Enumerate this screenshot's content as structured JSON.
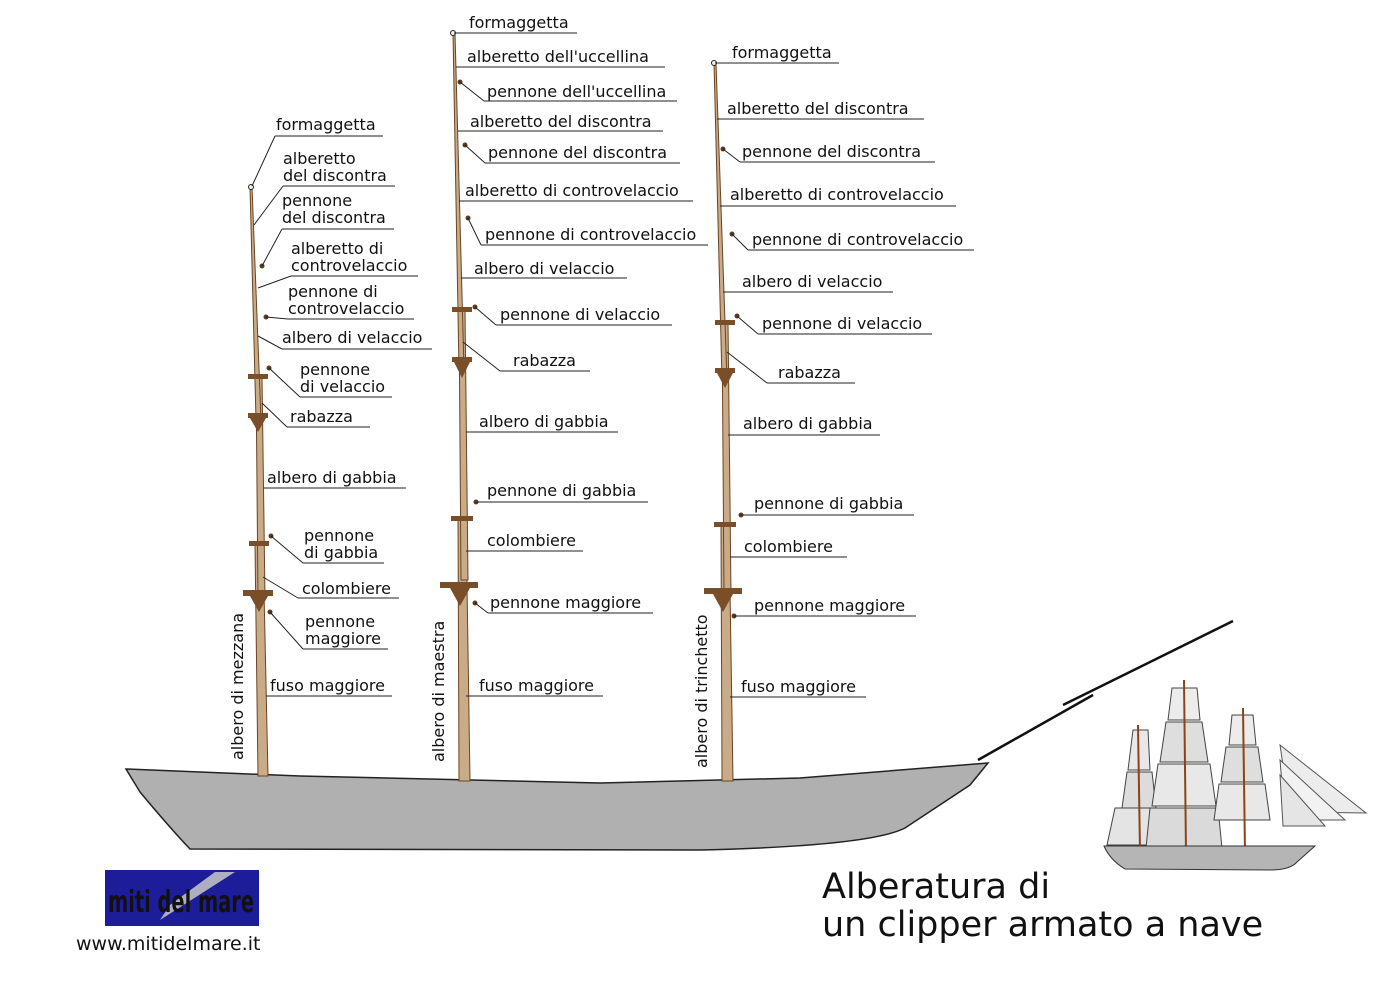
{
  "title": {
    "line1": "Alberatura di",
    "line2": "un clipper armato a nave"
  },
  "logo": {
    "text": "miti del mare",
    "url": "www.mitidelmare.it",
    "bg_color": "#1d1d9a",
    "text_color": "#ffff00"
  },
  "colors": {
    "hull": "#b0b0b0",
    "mast": "#c9ab88",
    "mast_dark": "#6b4423",
    "line": "#222222"
  },
  "masts": [
    {
      "name": "albero di mezzana",
      "labels": {
        "formaggetta": "formaggetta",
        "alb_disc_1": "alberetto",
        "alb_disc_2": "del discontra",
        "pen_disc_1": "pennone",
        "pen_disc_2": "del discontra",
        "alb_contr_1": "alberetto di",
        "alb_contr_2": "controvelaccio",
        "pen_contr_1": "pennone di",
        "pen_contr_2": "controvelaccio",
        "alb_vel": "albero di velaccio",
        "pen_vel_1": "pennone",
        "pen_vel_2": "di velaccio",
        "rabazza": "rabazza",
        "alb_gab": "albero di gabbia",
        "pen_gab_1": "pennone",
        "pen_gab_2": "di gabbia",
        "colombiere": "colombiere",
        "pen_mag_1": "pennone",
        "pen_mag_2": "maggiore",
        "fuso": "fuso maggiore"
      }
    },
    {
      "name": "albero di maestra",
      "labels": {
        "formaggetta": "formaggetta",
        "alb_ucc": "alberetto dell'uccellina",
        "pen_ucc": "pennone dell'uccellina",
        "alb_disc": "alberetto del discontra",
        "pen_disc": "pennone del discontra",
        "alb_contr": "alberetto di controvelaccio",
        "pen_contr": "pennone di controvelaccio",
        "alb_vel": "albero di velaccio",
        "pen_vel": "pennone di velaccio",
        "rabazza": "rabazza",
        "alb_gab": "albero di gabbia",
        "pen_gab": "pennone di gabbia",
        "colombiere": "colombiere",
        "pen_mag": "pennone maggiore",
        "fuso": "fuso maggiore"
      }
    },
    {
      "name": "albero di trinchetto",
      "labels": {
        "formaggetta": "formaggetta",
        "alb_disc": "alberetto del discontra",
        "pen_disc": "pennone del discontra",
        "alb_contr": "alberetto di controvelaccio",
        "pen_contr": "pennone di controvelaccio",
        "alb_vel": "albero di velaccio",
        "pen_vel": "pennone di velaccio",
        "rabazza": "rabazza",
        "alb_gab": "albero di gabbia",
        "pen_gab": "pennone di gabbia",
        "colombiere": "colombiere",
        "pen_mag": "pennone maggiore",
        "fuso": "fuso maggiore"
      }
    }
  ]
}
